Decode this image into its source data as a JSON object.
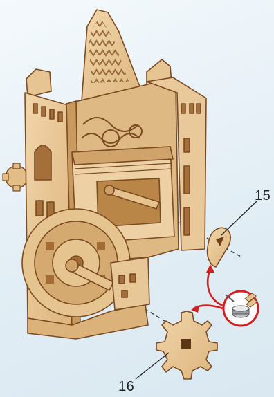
{
  "callouts": {
    "part_15": "15",
    "part_16": "16"
  },
  "colors": {
    "wood": "#e9c99a",
    "wood_dark": "#b7854c",
    "edge": "#7a4a22",
    "arrow": "#d51f1f"
  },
  "icons": [
    "clock-tower-model",
    "gear-icon",
    "cam-piece-icon",
    "glue-pot-icon",
    "arrow-icon"
  ]
}
